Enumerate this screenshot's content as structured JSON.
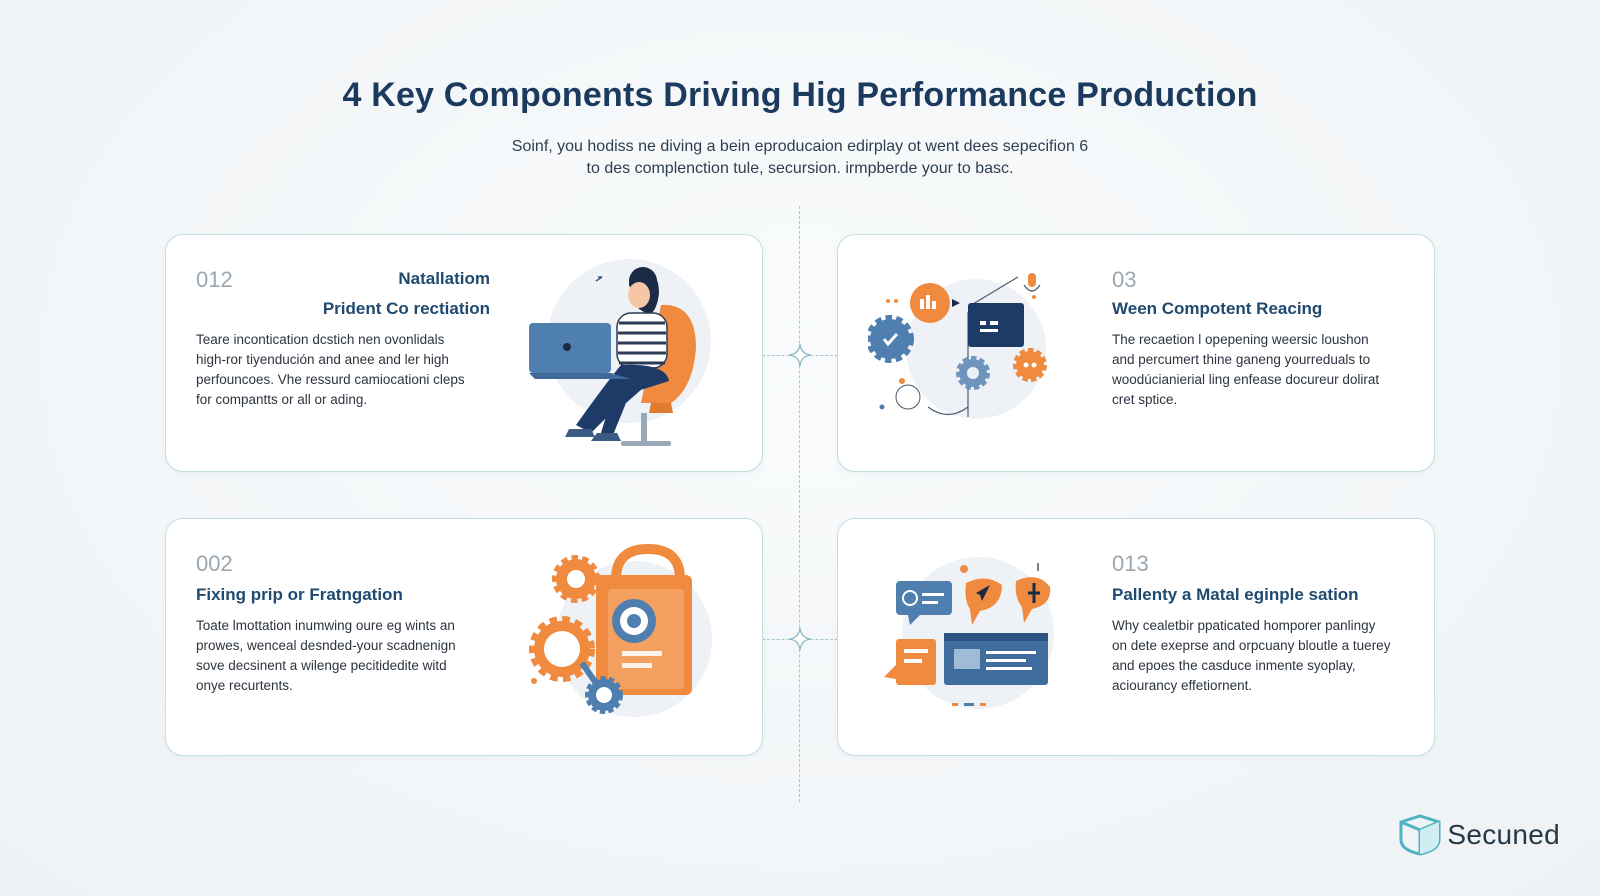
{
  "header": {
    "title": "4 Key Components Driving Hig Performance Production",
    "subtitle_lines": [
      "Soinf, you hodiss ne diving a bein eproducaion edirplay ot went dees sepecifion 6",
      "to des complenction tule, secursion. irmpberde your to basc."
    ]
  },
  "cards": [
    {
      "num": "012",
      "title_lines": [
        "Natallatiom",
        "Prident Co rectiation"
      ],
      "desc_lines": [
        "Teare incontication dcstich nen ovonlidals",
        "high-ror tiyendución and anee and ler high",
        "perfouncoes. Vhe ressurd camiocationi cleps",
        "for compantts or all or ading."
      ],
      "illustration": "person-laptop-illustration"
    },
    {
      "num": "03",
      "title_lines": [
        "Ween Compotent Reacing"
      ],
      "desc_lines": [
        "The recaetion l opepening weersic loushon",
        "and percumert thine ganeng yourreduals to",
        "woodúcianierial ling enfease docureur dolirat",
        "cret sptice."
      ],
      "illustration": "gears-network-illustration"
    },
    {
      "num": "002",
      "title_lines": [
        "Fixing prip or  Fratngation"
      ],
      "desc_lines": [
        "Toate lmottation inumwing oure eg wints an",
        "prowes, wenceal desnded-your scadnenign",
        "sove decsinent a wilenge pecitidedite witd",
        "onye recurtents."
      ],
      "illustration": "gears-target-illustration"
    },
    {
      "num": "013",
      "title_lines": [
        "Pallenty a Matal eginple sation"
      ],
      "desc_lines": [
        "Why cealetbir ppaticated homporer panlingy",
        "on dete exeprse and orpcuany bloutle a tuerey",
        "and epoes the casduce inmente syoplay,",
        "aciourancy effetiornent."
      ],
      "illustration": "chat-dashboard-illustration"
    }
  ],
  "brand": {
    "name": "Secuned"
  },
  "colors": {
    "navy": "#1b3a5e",
    "orange": "#ef8a3f",
    "steel_blue": "#4f7fae",
    "border": "#c6dde3"
  }
}
